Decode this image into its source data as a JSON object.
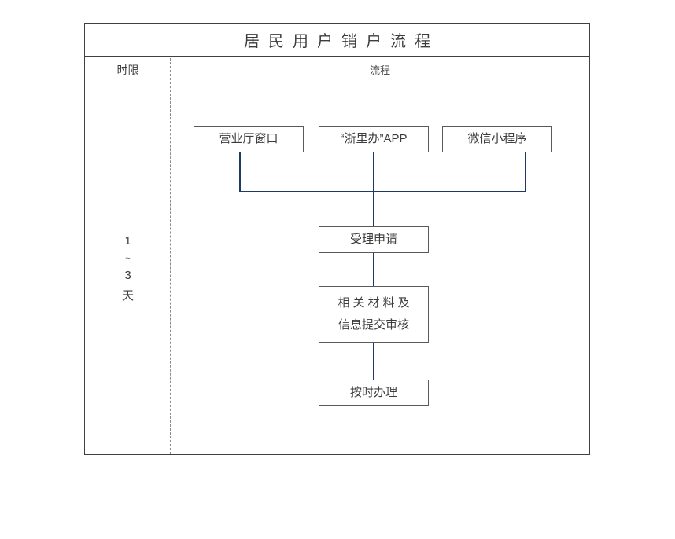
{
  "document": {
    "title": "居民用户销户流程",
    "columns": {
      "time_limit_header": "时限",
      "process_header": "流程"
    },
    "time_limit": {
      "from": "1",
      "separator": "~",
      "to": "3",
      "unit": "天"
    }
  },
  "flow": {
    "entry_nodes": [
      {
        "label": "营业厅窗口"
      },
      {
        "label": "“浙里办”APP"
      },
      {
        "label": "微信小程序"
      }
    ],
    "steps": [
      {
        "label": "受理申请"
      },
      {
        "line1": "相关材料及",
        "line2": "信息提交审核"
      },
      {
        "label": "按时办理"
      }
    ]
  },
  "colors": {
    "connector": "#1F3864",
    "table_border": "#404040",
    "node_border": "#5A5A5A",
    "divider_dashed": "#8A8A8A",
    "text": "#3C3C3C",
    "background": "#FFFFFF"
  }
}
